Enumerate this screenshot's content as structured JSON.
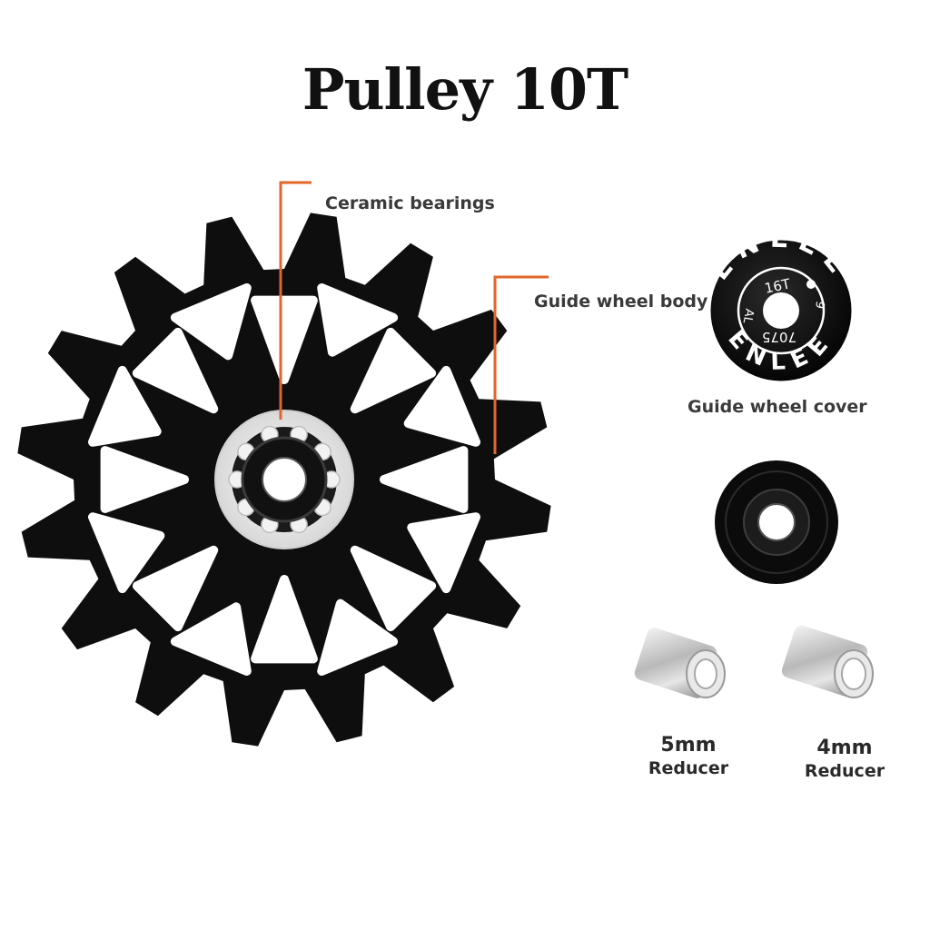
{
  "title": "Pulley 10T",
  "callouts": {
    "ceramic_bearings": "Ceramic bearings",
    "guide_wheel_body": "Guide wheel body",
    "guide_wheel_cover": "Guide wheel cover"
  },
  "cover_markings": {
    "brand": "ENLEE",
    "teeth": "16T",
    "material": "AL",
    "alloy": "7075",
    "number": "6"
  },
  "reducers": [
    {
      "size": "5mm",
      "name": "Reducer"
    },
    {
      "size": "4mm",
      "name": "Reducer"
    }
  ],
  "colors": {
    "accent": "#e0672a",
    "pulley": "#0e0e0e",
    "text": "#3a3a3a"
  }
}
